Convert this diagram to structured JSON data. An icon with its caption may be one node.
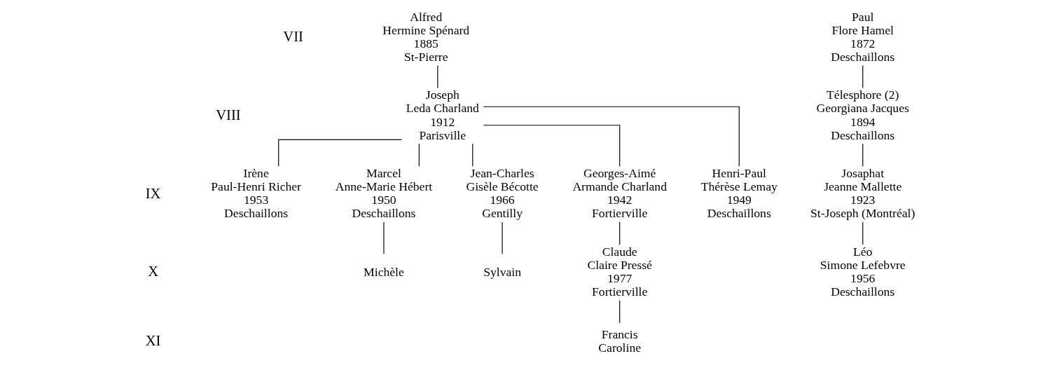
{
  "diagram": {
    "nodes": [
      {
        "text": [
          "Alfred",
          "Hermine Spénard",
          "1885",
          "St-Pierre"
        ]
      },
      {
        "text": [
          "Joseph",
          "Leda Charland",
          "1912",
          "Parisville"
        ]
      },
      {
        "text": [
          "Henri-Paul",
          "Thérèse Lemay",
          "1949",
          "Deschaillons"
        ]
      },
      {
        "text": [
          "Irène",
          "Paul-Henri Richer",
          "1953",
          "Deschaillons"
        ]
      },
      {
        "text": [
          "Marcel",
          "Anne-Marie Hébert",
          "1950",
          "Deschaillons"
        ]
      },
      {
        "text": [
          "Jean-Charles",
          "Gisèle Bécotte",
          "1966",
          "Gentilly"
        ]
      },
      {
        "text": [
          "Georges-Aimé",
          "Armande Charland",
          "1942",
          "Fortierville"
        ]
      },
      {
        "text": [
          "Michèle"
        ]
      },
      {
        "text": [
          "Sylvain"
        ]
      },
      {
        "text": [
          "Claude",
          "Claire Pressé",
          "1977",
          "Fortierville"
        ]
      },
      {
        "text": [
          "Francis",
          "Caroline"
        ]
      },
      {
        "text": [
          "Paul",
          "Flore Hamel",
          "1872",
          "Deschaillons"
        ]
      },
      {
        "text": [
          "Télesphore (2)",
          "Georgiana Jacques",
          "1894",
          "Deschaillons"
        ]
      },
      {
        "text": [
          "Josaphat",
          "Jeanne Mallette",
          "1923",
          "St-Joseph (Montréal)"
        ]
      },
      {
        "text": [
          "Léo",
          "Simone Lefebvre",
          "1956",
          "Deschaillons"
        ]
      }
    ],
    "edges": [
      {
        "from": 0,
        "to": 1,
        "arrow": "none"
      },
      {
        "from": 1,
        "to": 2,
        "arrow": "none"
      },
      {
        "from": 1,
        "to": 3,
        "arrow": "none"
      },
      {
        "from": 1,
        "to": 4,
        "arrow": "none"
      },
      {
        "from": 1,
        "to": 5,
        "arrow": "none"
      },
      {
        "from": 1,
        "to": 6,
        "arrow": "none"
      },
      {
        "from": 4,
        "to": 7,
        "arrow": "none"
      },
      {
        "from": 5,
        "to": 8,
        "arrow": "none"
      },
      {
        "from": 6,
        "to": 9,
        "arrow": "none"
      },
      {
        "from": 9,
        "to": 10,
        "arrow": "none"
      },
      {
        "from": 11,
        "to": 12,
        "arrow": "none"
      },
      {
        "from": 12,
        "to": 13,
        "arrow": "none"
      },
      {
        "from": 13,
        "to": 14,
        "arrow": "none"
      }
    ],
    "labels": [
      "VII",
      "VIII",
      "IX",
      "X",
      "XI"
    ]
  }
}
